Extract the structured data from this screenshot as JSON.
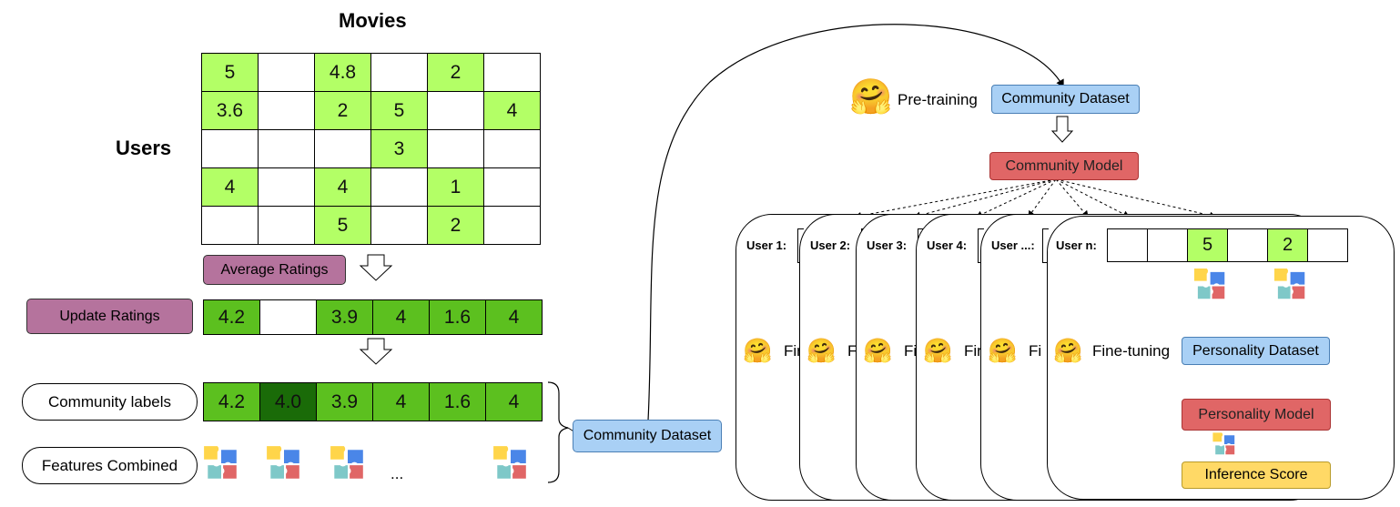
{
  "movies_label": "Movies",
  "users_label": "Users",
  "rating_matrix": [
    [
      "5",
      "",
      "4.8",
      "",
      "2",
      ""
    ],
    [
      "3.6",
      "",
      "2",
      "5",
      "",
      "4"
    ],
    [
      "",
      "",
      "",
      "3",
      "",
      ""
    ],
    [
      "4",
      "",
      "4",
      "",
      "1",
      ""
    ],
    [
      "",
      "",
      "5",
      "",
      "2",
      ""
    ]
  ],
  "average_ratings_label": "Average Ratings",
  "update_ratings_label": "Update Ratings",
  "updated_row": [
    "4.2",
    "",
    "3.9",
    "4",
    "1.6",
    "4"
  ],
  "community_labels_label": "Community labels",
  "community_row": [
    "4.2",
    "4.0",
    "3.9",
    "4",
    "1.6",
    "4"
  ],
  "features_combined_label": "Features Combined",
  "ellipsis": "...",
  "community_dataset_left": "Community Dataset",
  "pretraining_label": "Pre-training",
  "community_dataset_top": "Community Dataset",
  "community_model": "Community Model",
  "users": [
    {
      "label": "User 1:",
      "ft": "Fir"
    },
    {
      "label": "User 2:",
      "ft": "F"
    },
    {
      "label": "User 3:",
      "ft": "Fi"
    },
    {
      "label": "User 4:",
      "ft": "Fir"
    },
    {
      "label": "User ...:",
      "ft": "Fi"
    }
  ],
  "user_n_label": "User n:",
  "user_n_row": [
    "",
    "",
    "5",
    "",
    "2",
    ""
  ],
  "fine_tuning_label": "Fine-tuning",
  "personality_dataset": "Personality Dataset",
  "personality_model": "Personality Model",
  "inference_score": "Inference Score",
  "colors": {
    "light_green": "#b3ff66",
    "mid_green": "#5cc01f",
    "dark_green": "#1a6b08",
    "purple": "#b5739d",
    "blue": "#a9d0f5",
    "red": "#e06666",
    "yellow": "#ffd966"
  },
  "icons": [
    "hugging-face-icon",
    "puzzle-icon",
    "down-arrow-icon"
  ]
}
